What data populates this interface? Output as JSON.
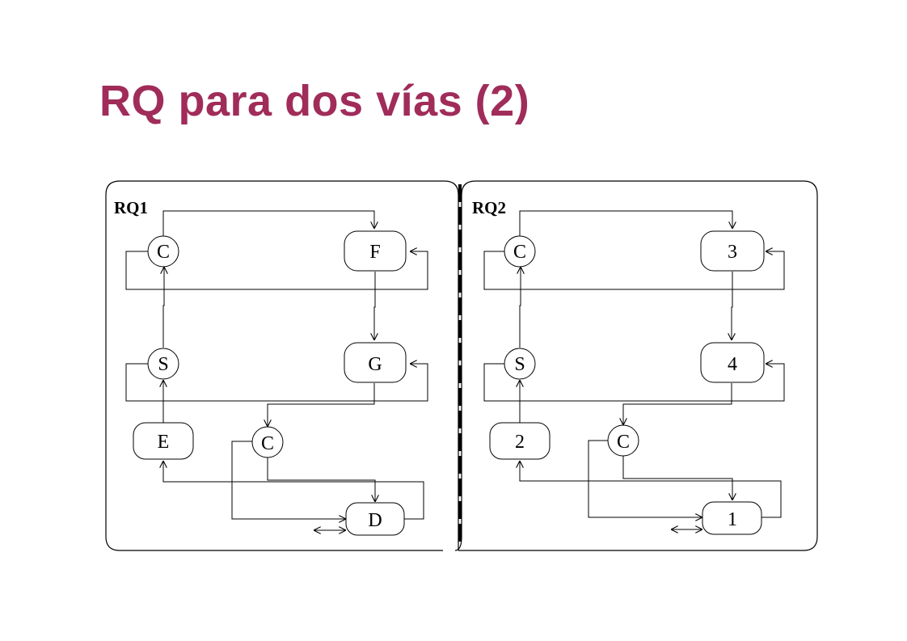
{
  "title": "RQ para dos vías (2)",
  "panels": [
    {
      "label": "RQ1",
      "nodes": {
        "c_top": "C",
        "f": "F",
        "s": "S",
        "g": "G",
        "e": "E",
        "c_mid": "C",
        "d": "D"
      }
    },
    {
      "label": "RQ2",
      "nodes": {
        "c_top": "C",
        "f": "3",
        "s": "S",
        "g": "4",
        "e": "2",
        "c_mid": "C",
        "d": "1"
      }
    }
  ]
}
